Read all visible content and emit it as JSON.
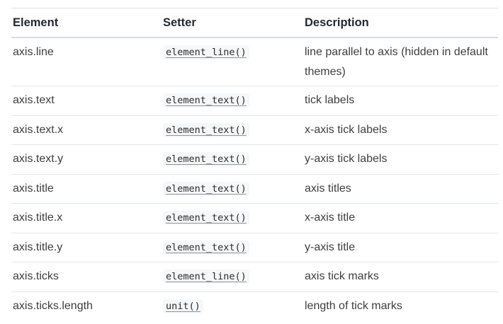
{
  "table": {
    "columns": [
      {
        "label": "Element"
      },
      {
        "label": "Setter"
      },
      {
        "label": "Description"
      }
    ],
    "rows": [
      {
        "element": "axis.line",
        "setter": "element_line()",
        "description": "line parallel to axis (hidden in default themes)"
      },
      {
        "element": "axis.text",
        "setter": "element_text()",
        "description": "tick labels"
      },
      {
        "element": "axis.text.x",
        "setter": "element_text()",
        "description": "x-axis tick labels"
      },
      {
        "element": "axis.text.y",
        "setter": "element_text()",
        "description": "y-axis tick labels"
      },
      {
        "element": "axis.title",
        "setter": "element_text()",
        "description": "axis titles"
      },
      {
        "element": "axis.title.x",
        "setter": "element_text()",
        "description": "x-axis title"
      },
      {
        "element": "axis.title.y",
        "setter": "element_text()",
        "description": "y-axis title"
      },
      {
        "element": "axis.ticks",
        "setter": "element_line()",
        "description": "axis tick marks"
      },
      {
        "element": "axis.ticks.length",
        "setter": "unit()",
        "description": "length of tick marks"
      }
    ]
  },
  "colors": {
    "table_top_border": "#dee2e6",
    "header_rule": "#d6dbe0",
    "row_separator": "#e2e6e9",
    "code_chip_background": "#f6f7f8",
    "body_text": "#3e3e3e"
  }
}
